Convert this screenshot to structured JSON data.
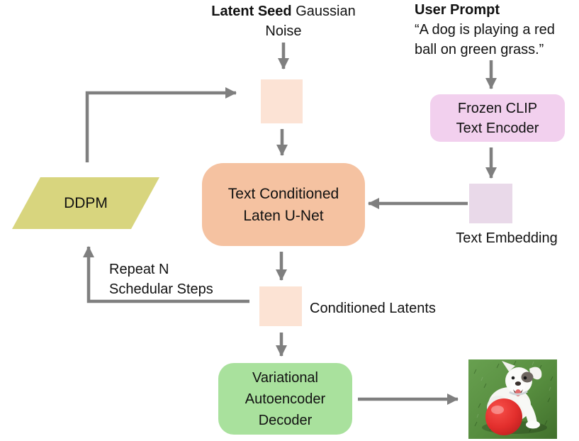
{
  "colors": {
    "unet_box": "#f5c2a1",
    "clip_box": "#f2d0ee",
    "vae_box": "#a9e19d",
    "ddpm_shape": "#d8d57e",
    "latent_square": "#fce3d5",
    "conditioned_square": "#fce3d4",
    "embedding_square": "#e9d9e9",
    "arrow": "#7f7f7f",
    "text": "#111111"
  },
  "nodes": {
    "latent_seed": {
      "title": "Latent Seed",
      "subtitle": "Gaussian Noise"
    },
    "user_prompt": {
      "title": "User Prompt",
      "quote_lines": [
        "“A dog is playing a red",
        "ball on green grass.”"
      ]
    },
    "clip_encoder": {
      "lines": [
        "Frozen CLIP",
        "Text Encoder"
      ]
    },
    "text_embedding": {
      "label": "Text Embedding"
    },
    "unet": {
      "lines": [
        "Text Conditioned",
        "Laten U-Net"
      ]
    },
    "ddpm": {
      "label": "DDPM"
    },
    "conditioned_latents": {
      "label": "Conditioned Latents"
    },
    "repeat_loop": {
      "lines": [
        "Repeat N",
        "Schedular Steps"
      ]
    },
    "vae_decoder": {
      "lines": [
        "Variational",
        "Autoencoder",
        "Decoder"
      ]
    },
    "output_image": {
      "alt": "dog playing with red ball on green grass"
    }
  }
}
